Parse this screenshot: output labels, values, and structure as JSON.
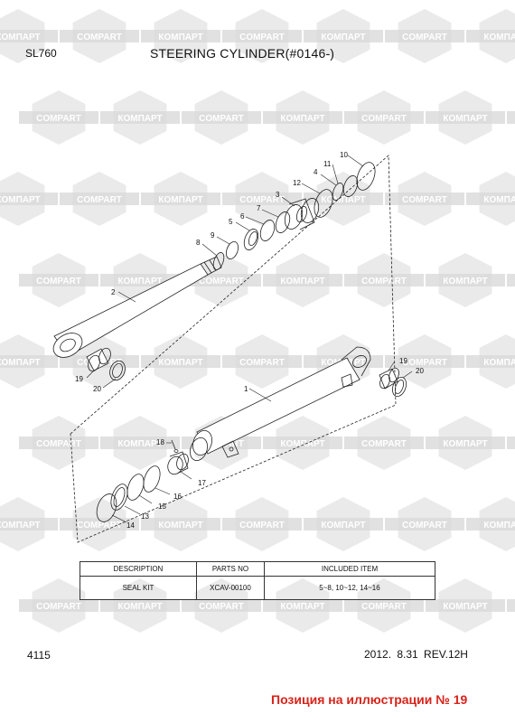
{
  "header": {
    "model": "SL760",
    "title": "STEERING CYLINDER(#0146-)"
  },
  "watermark": {
    "text_cyrillic": "КОМПАРТ",
    "text_latin": "COMPART"
  },
  "callouts": {
    "c1": "1",
    "c2": "2",
    "c3": "3",
    "c4": "4",
    "c5": "5",
    "c6": "6",
    "c7": "7",
    "c8": "8",
    "c9": "9",
    "c10": "10",
    "c11": "11",
    "c12": "12",
    "c13": "13",
    "c14": "14",
    "c15": "15",
    "c16": "16",
    "c17": "17",
    "c18": "18",
    "c19a": "19",
    "c20a": "20",
    "c19b": "19",
    "c20b": "20"
  },
  "parts_table": {
    "headers": [
      "DESCRIPTION",
      "PARTS NO",
      "INCLUDED ITEM"
    ],
    "rows": [
      [
        "SEAL KIT",
        "XCAV-00100",
        "5~8, 10~12, 14~16"
      ]
    ]
  },
  "footer": {
    "page_number": "4115",
    "revision": "2012. 8.31  REV.12H",
    "note": "Позиция на иллюстрации № 19"
  },
  "colors": {
    "watermark": "#d9d9d9",
    "note": "#d8231a",
    "line": "#222222"
  }
}
